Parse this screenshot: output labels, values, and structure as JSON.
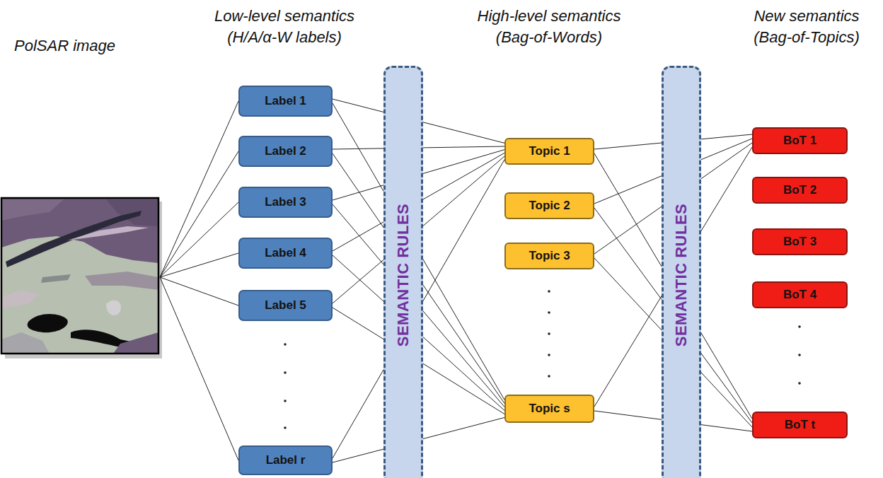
{
  "diagram": {
    "nodes": [
      {
        "text": [
          "Label 1"
        ]
      },
      {
        "text": [
          "Label 2"
        ]
      },
      {
        "text": [
          "Label 3"
        ]
      },
      {
        "text": [
          "Label 4"
        ]
      },
      {
        "text": [
          "Label 5"
        ]
      },
      {
        "text": [
          "Label r"
        ]
      },
      {
        "text": [
          "SEMANTIC RULES"
        ]
      },
      {
        "text": [
          "Topic 1"
        ]
      },
      {
        "text": [
          "Topic 2"
        ]
      },
      {
        "text": [
          "Topic 3"
        ]
      },
      {
        "text": [
          "Topic s"
        ]
      },
      {
        "text": [
          "SEMANTIC RULES"
        ]
      },
      {
        "text": [
          "BoT 1"
        ]
      },
      {
        "text": [
          "BoT 2"
        ]
      },
      {
        "text": [
          "BoT 3"
        ]
      },
      {
        "text": [
          "BoT 4"
        ]
      },
      {
        "text": [
          "BoT t"
        ]
      }
    ],
    "edges": [
      {
        "from": 0,
        "to": 7,
        "arrow": "none"
      },
      {
        "from": 0,
        "to": 10,
        "arrow": "none"
      },
      {
        "from": 1,
        "to": 7,
        "arrow": "none"
      },
      {
        "from": 1,
        "to": 10,
        "arrow": "none"
      },
      {
        "from": 2,
        "to": 7,
        "arrow": "none"
      },
      {
        "from": 2,
        "to": 10,
        "arrow": "none"
      },
      {
        "from": 3,
        "to": 7,
        "arrow": "none"
      },
      {
        "from": 3,
        "to": 10,
        "arrow": "none"
      },
      {
        "from": 4,
        "to": 7,
        "arrow": "none"
      },
      {
        "from": 4,
        "to": 10,
        "arrow": "none"
      },
      {
        "from": 5,
        "to": 7,
        "arrow": "none"
      },
      {
        "from": 5,
        "to": 10,
        "arrow": "none"
      },
      {
        "from": 7,
        "to": 12,
        "arrow": "none"
      },
      {
        "from": 7,
        "to": 16,
        "arrow": "none"
      },
      {
        "from": 8,
        "to": 12,
        "arrow": "none"
      },
      {
        "from": 8,
        "to": 16,
        "arrow": "none"
      },
      {
        "from": 9,
        "to": 12,
        "arrow": "none"
      },
      {
        "from": 9,
        "to": 16,
        "arrow": "none"
      },
      {
        "from": 10,
        "to": 12,
        "arrow": "none"
      },
      {
        "from": 10,
        "to": 16,
        "arrow": "none"
      }
    ],
    "labels": [
      "PolSAR image",
      "Low-level semantics",
      "(H/A/α-W labels)",
      "High-level semantics",
      "(Bag-of-Words)",
      "New semantics",
      "(Bag-of-Topics)"
    ]
  }
}
